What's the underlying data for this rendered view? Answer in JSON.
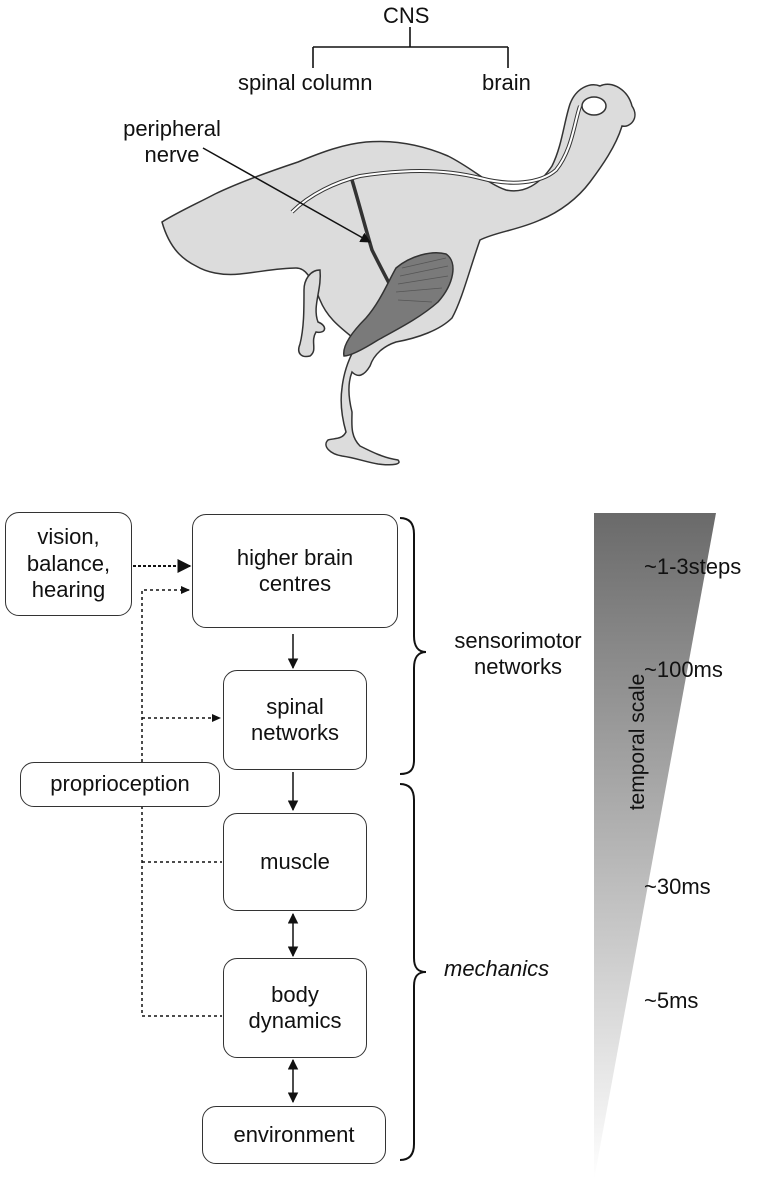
{
  "anatomy": {
    "cns_label": "CNS",
    "spinal_column_label": "spinal column",
    "brain_label": "brain",
    "peripheral_nerve_label": "peripheral\nnerve"
  },
  "blocks": {
    "senses": "vision,\nbalance,\nhearing",
    "higher_brain": "higher brain\ncentres",
    "spinal_networks": "spinal\nnetworks",
    "proprioception": "proprioception",
    "muscle": "muscle",
    "body_dynamics": "body\ndynamics",
    "environment": "environment"
  },
  "groups": {
    "sensorimotor": "sensorimotor\nnetworks",
    "mechanics": "mechanics"
  },
  "temporal": {
    "axis_label": "temporal scale",
    "ticks": [
      "~1-3steps",
      "~100ms",
      "~30ms",
      "~5ms"
    ]
  },
  "colors": {
    "body_fill": "#dcdcdc",
    "muscle_fill": "#7a7a7a",
    "gradient_top": "#6a6a6a",
    "gradient_bottom": "#ffffff"
  }
}
